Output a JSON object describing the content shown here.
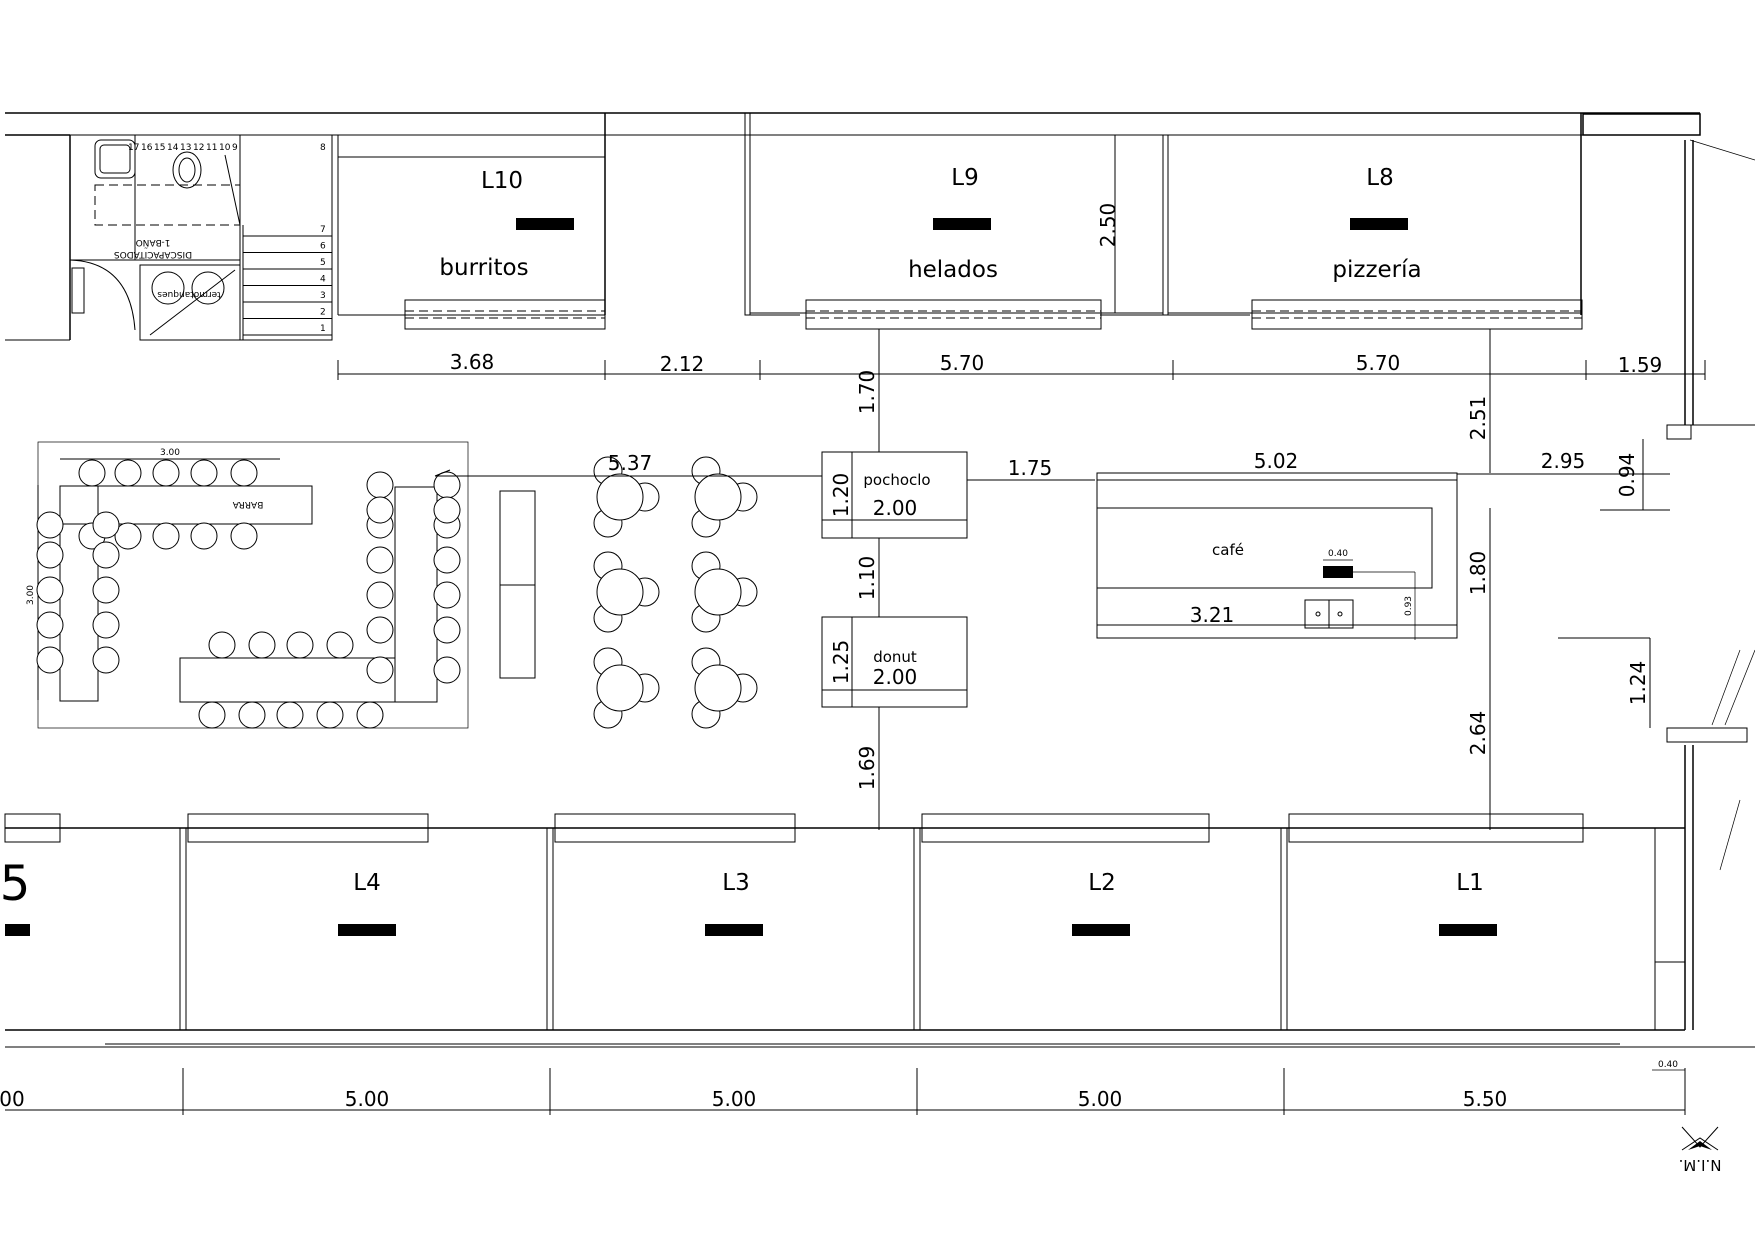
{
  "plan": {
    "locales_top": [
      {
        "id": "L10",
        "name": "burritos"
      },
      {
        "id": "L9",
        "name": "helados"
      },
      {
        "id": "L8",
        "name": "pizzería"
      }
    ],
    "locales_bottom": [
      "L4",
      "L3",
      "L2",
      "L1"
    ],
    "partial_label": "5",
    "kiosks": [
      {
        "name": "pochoclo",
        "width": "2.00",
        "depth": "1.20"
      },
      {
        "name": "donut",
        "width": "2.00",
        "depth": "1.25"
      }
    ],
    "cafe": {
      "name": "café",
      "d_040": "0.40",
      "d_093": "0.93",
      "d_321": "3.21"
    },
    "barra": {
      "label": "BARRA",
      "d_top": "3.00",
      "d_side": "3.00"
    },
    "bano": {
      "line1": "1-BAÑO",
      "line2": "DISCAPACITADOS",
      "termotanques": "termotanques"
    },
    "stair_steps": [
      "1",
      "2",
      "3",
      "4",
      "5",
      "6",
      "7",
      "8"
    ],
    "stair_top_labels": [
      "9",
      "10",
      "11",
      "12",
      "13",
      "14",
      "15",
      "16",
      "17"
    ],
    "top_dims": [
      "3.68",
      "2.12",
      "5.70",
      "5.70",
      "1.59"
    ],
    "bottom_dims": [
      "00",
      "5.00",
      "5.00",
      "5.00",
      "5.50"
    ],
    "dim_250": "2.50",
    "dim_170": "1.70",
    "dim_537": "5.37",
    "dim_175": "1.75",
    "dim_502": "5.02",
    "dim_295": "2.95",
    "dim_094": "0.94",
    "dim_251": "2.51",
    "dim_180": "1.80",
    "dim_110": "1.10",
    "dim_124": "1.24",
    "dim_264": "2.64",
    "dim_169": "1.69",
    "dim_040_bottom": "0.40",
    "north_label": "N.I.M."
  }
}
